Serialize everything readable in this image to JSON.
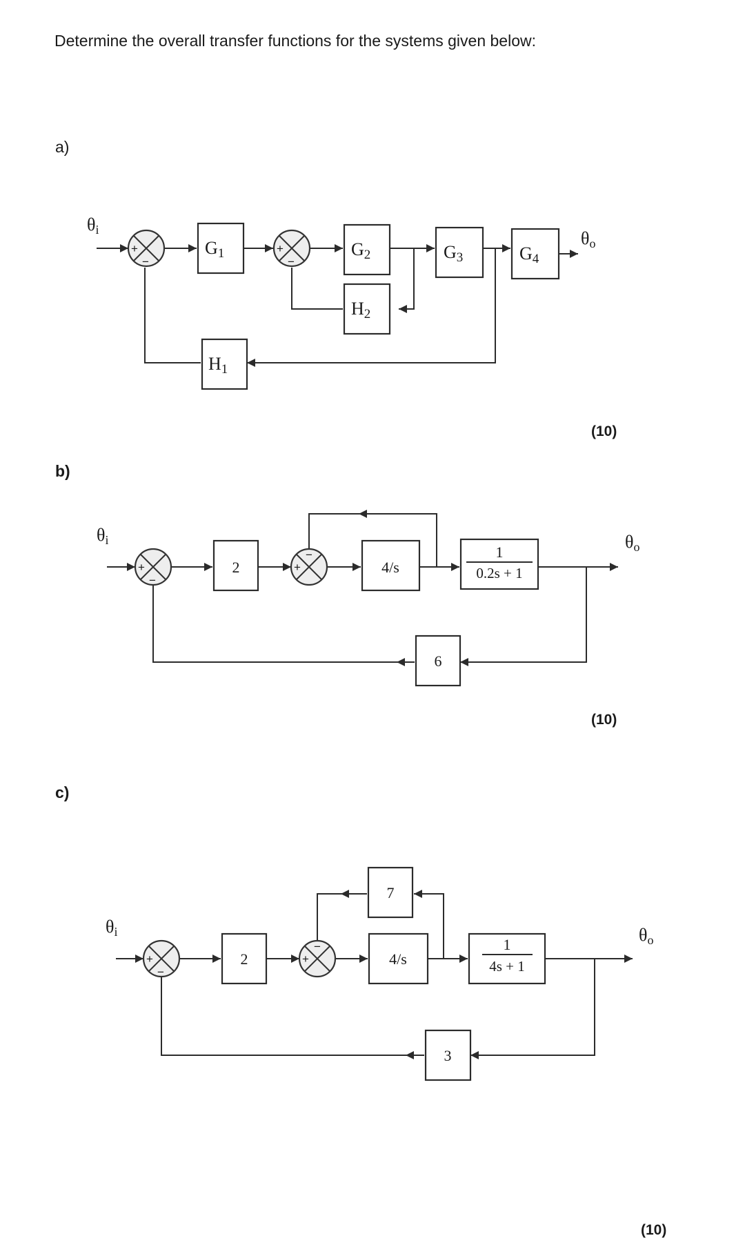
{
  "question": {
    "instruction": "Determine the overall transfer functions for the systems given below:"
  },
  "parts": [
    {
      "label": "a)",
      "marks": "(10)"
    },
    {
      "label": "b)",
      "marks": "(10)"
    },
    {
      "label": "c)",
      "marks": "(10)"
    }
  ],
  "diagram_a": {
    "input": {
      "base": "θ",
      "sub": "i"
    },
    "output": {
      "base": "θ",
      "sub": "o"
    },
    "blocks": {
      "g1": {
        "base": "G",
        "sub": "1"
      },
      "g2": {
        "base": "G",
        "sub": "2"
      },
      "g3": {
        "base": "G",
        "sub": "3"
      },
      "g4": {
        "base": "G",
        "sub": "4"
      },
      "h2": {
        "base": "H",
        "sub": "2"
      },
      "h1": {
        "base": "H",
        "sub": "1"
      }
    },
    "sum1_signs": {
      "input": "+",
      "feedback": "−"
    },
    "sum2_signs": {
      "input": "+",
      "feedback": "−"
    }
  },
  "diagram_b": {
    "input": {
      "base": "θ",
      "sub": "i"
    },
    "output": {
      "base": "θ",
      "sub": "o"
    },
    "blocks": {
      "gain": "2",
      "integrator": "4/s",
      "lag_num": "1",
      "lag_den": "0.2s + 1",
      "feedback": "6"
    },
    "sum1_signs": {
      "input": "+",
      "feedback": "−"
    },
    "sum2_signs": {
      "input": "+",
      "feedback": "−"
    }
  },
  "diagram_c": {
    "input": {
      "base": "θ",
      "sub": "i"
    },
    "output": {
      "base": "θ",
      "sub": "o"
    },
    "blocks": {
      "gain": "2",
      "integrator": "4/s",
      "minor_feedback": "7",
      "lag_num": "1",
      "lag_den": "4s + 1",
      "feedback": "3"
    },
    "sum1_signs": {
      "input": "+",
      "feedback": "−"
    },
    "sum2_signs": {
      "input": "+",
      "feedback": "−"
    }
  }
}
